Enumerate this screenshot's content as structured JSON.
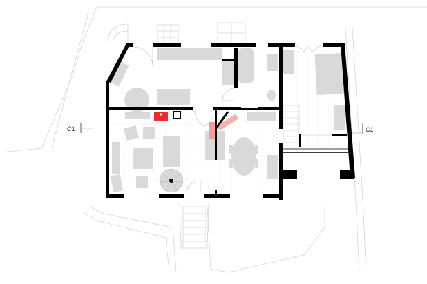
{
  "title": "Floor plan",
  "section_marks": [
    {
      "label": "C1"
    },
    {
      "label": "C1"
    }
  ],
  "colors": {
    "wall": "#000000",
    "furniture": "#d9d9d9",
    "fireplace": "#ee2a2a",
    "highlight": "#f7a3a3",
    "site_lines": "#cfcfcf"
  }
}
